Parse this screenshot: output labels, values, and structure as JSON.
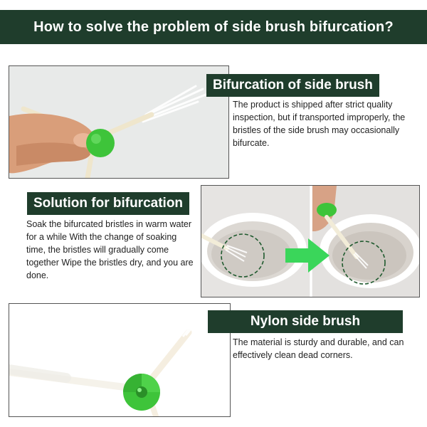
{
  "header": {
    "title": "How to solve the problem of side brush bifurcation?"
  },
  "sections": {
    "bifurcation": {
      "heading": "Bifurcation of side brush",
      "text": "The product is shipped after strict quality inspection, but if transported improperly, the bristles of the side brush may occasionally bifurcate."
    },
    "solution": {
      "heading": "Solution for bifurcation",
      "text": "Soak the bifurcated bristles in warm water for a while With the change of soaking time, the bristles will gradually come together Wipe the bristles dry, and you are done."
    },
    "nylon": {
      "heading": "Nylon side brush",
      "text": "The material is sturdy and durable, and can effectively clean dead corners."
    }
  },
  "colors": {
    "banner": "#1f3d2c",
    "hub_green": "#3ec43a",
    "arrow_green": "#3ad65a"
  },
  "icons": [
    "hand-holding-brush-photo",
    "cup-soak-photo",
    "green-arrow-icon",
    "dashed-circle-icon",
    "side-brush-photo"
  ]
}
